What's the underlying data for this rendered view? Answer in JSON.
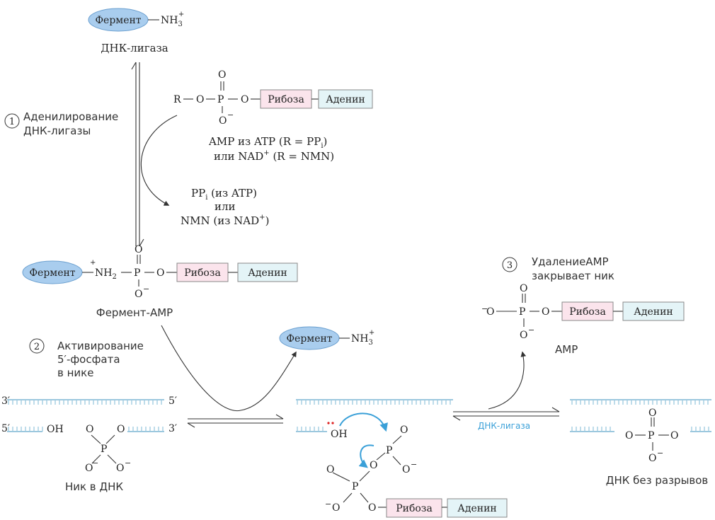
{
  "enzyme": "Фермент",
  "nh3": "NH",
  "nh2": "NH",
  "ligase": "ДНК-лигаза",
  "ribose": "Рибоза",
  "adenine": "Аденин",
  "atoms": {
    "O": "O",
    "P": "P",
    "R": "R",
    "Ominus": "O",
    "minus": "−",
    "plus": "+",
    "sub2": "2",
    "sub3": "3",
    "subi": "i"
  },
  "step1": {
    "num": "1",
    "line1": "Аденилирование",
    "line2": "ДНК-лигазы"
  },
  "amp_source": {
    "line1": "AMP из ATP (R = PP",
    "line1b": ")",
    "line2": "или NAD",
    "line2b": " (R = NMN)"
  },
  "released": {
    "line1": "PP",
    "line1b": " (из ATP)",
    "line2": "или",
    "line3": "NMN (из NAD",
    "line3b": ")"
  },
  "enzyme_amp": "Фермент-AMP",
  "step2": {
    "num": "2",
    "line1": "Активирование",
    "line2": "5′-фосфата",
    "line3": "в нике"
  },
  "step3": {
    "num": "3",
    "line1": "УдалениеAMP",
    "line2": "закрывает ник"
  },
  "amp": "AMP",
  "nick": "Ник в ДНК",
  "oh": "OH",
  "five_prime": "5′",
  "three_prime": "3′",
  "ligase_small": "ДНК-лигаза",
  "sealed": "ДНК без разрывов"
}
